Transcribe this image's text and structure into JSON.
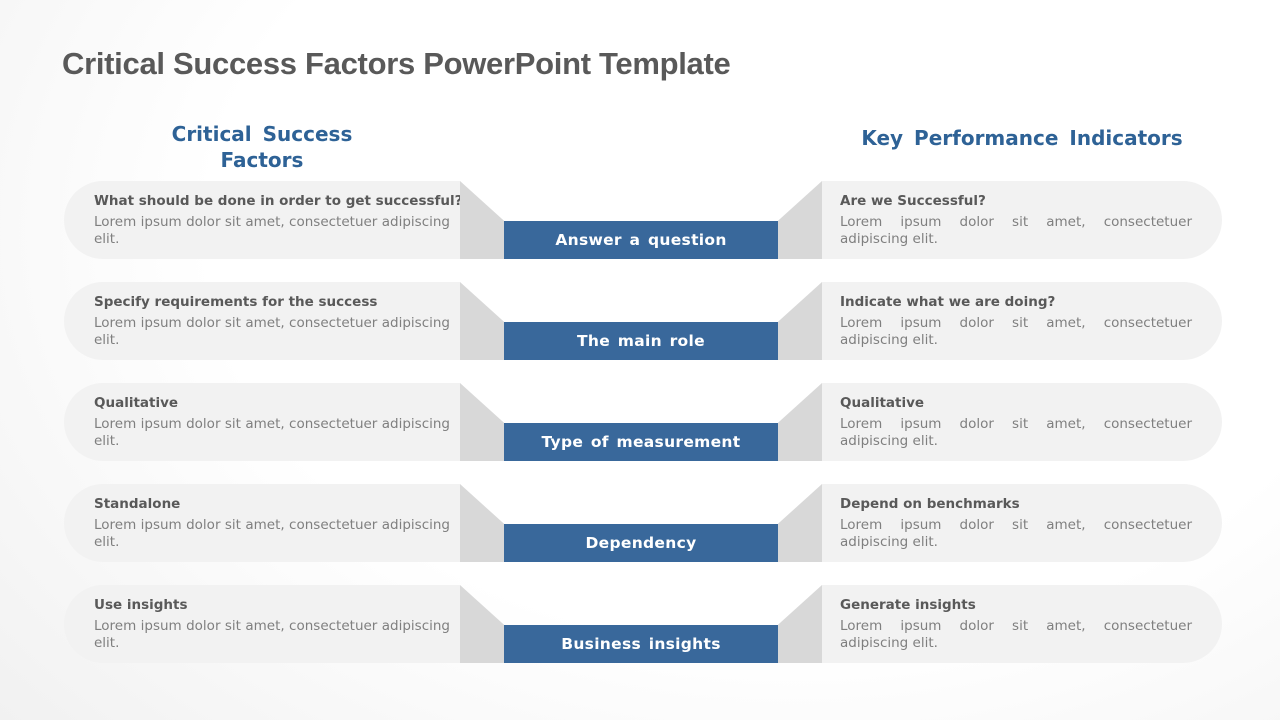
{
  "page": {
    "title": "Critical Success Factors PowerPoint Template"
  },
  "columns": {
    "left_header": "Critical Success\nFactors",
    "right_header": "Key Performance Indicators"
  },
  "colors": {
    "accent_blue": "#39689B",
    "header_blue": "#2E6296",
    "card_gray": "#F2F2F2",
    "wedge_gray": "#D8D8D8",
    "heading_text": "#595959",
    "body_text": "#7F7F7F"
  },
  "rows": [
    {
      "factor": {
        "heading": "What should be done in order to get successful?",
        "body": "Lorem ipsum dolor sit amet, consectetuer adipiscing elit."
      },
      "banner": "Answer a question",
      "kpi": {
        "heading": "Are we Successful?",
        "body": "Lorem ipsum dolor sit amet, consectetuer adipiscing elit."
      }
    },
    {
      "factor": {
        "heading": "Specify requirements for the success",
        "body": "Lorem ipsum dolor sit amet, consectetuer adipiscing elit."
      },
      "banner": "The main role",
      "kpi": {
        "heading": "Indicate what we are doing?",
        "body": "Lorem ipsum dolor sit amet, consectetuer adipiscing elit."
      }
    },
    {
      "factor": {
        "heading": "Qualitative",
        "body": "Lorem ipsum dolor sit amet, consectetuer adipiscing elit."
      },
      "banner": "Type of measurement",
      "kpi": {
        "heading": "Qualitative",
        "body": "Lorem ipsum dolor sit amet, consectetuer adipiscing elit."
      }
    },
    {
      "factor": {
        "heading": "Standalone",
        "body": "Lorem ipsum dolor sit amet, consectetuer adipiscing elit."
      },
      "banner": "Dependency",
      "kpi": {
        "heading": "Depend on benchmarks",
        "body": "Lorem ipsum dolor sit amet, consectetuer adipiscing elit."
      }
    },
    {
      "factor": {
        "heading": "Use insights",
        "body": "Lorem ipsum dolor sit amet, consectetuer adipiscing elit."
      },
      "banner": "Business insights",
      "kpi": {
        "heading": "Generate insights",
        "body": "Lorem ipsum dolor sit amet, consectetuer adipiscing elit."
      }
    }
  ]
}
